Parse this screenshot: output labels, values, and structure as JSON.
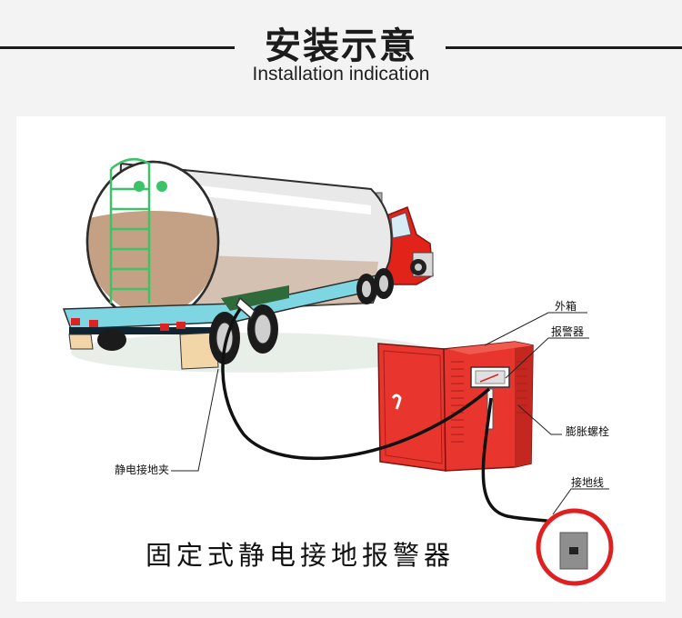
{
  "header": {
    "title": "安装示意",
    "subtitle": "Installation indication"
  },
  "labels": {
    "outer_box": "外箱",
    "alarm": "报警器",
    "expansion_bolt": "膨胀螺栓",
    "static_clamp": "静电接地夹",
    "ground_wire": "接地线"
  },
  "caption": "固定式静电接地报警器",
  "colors": {
    "cabinet_red": "#e8362e",
    "tank_tan": "#c4a184",
    "cab_red": "#e2231a",
    "ladder_green": "#3cc36a",
    "frame_cyan": "#7fd6e3",
    "highlight_ring": "#e02020"
  }
}
